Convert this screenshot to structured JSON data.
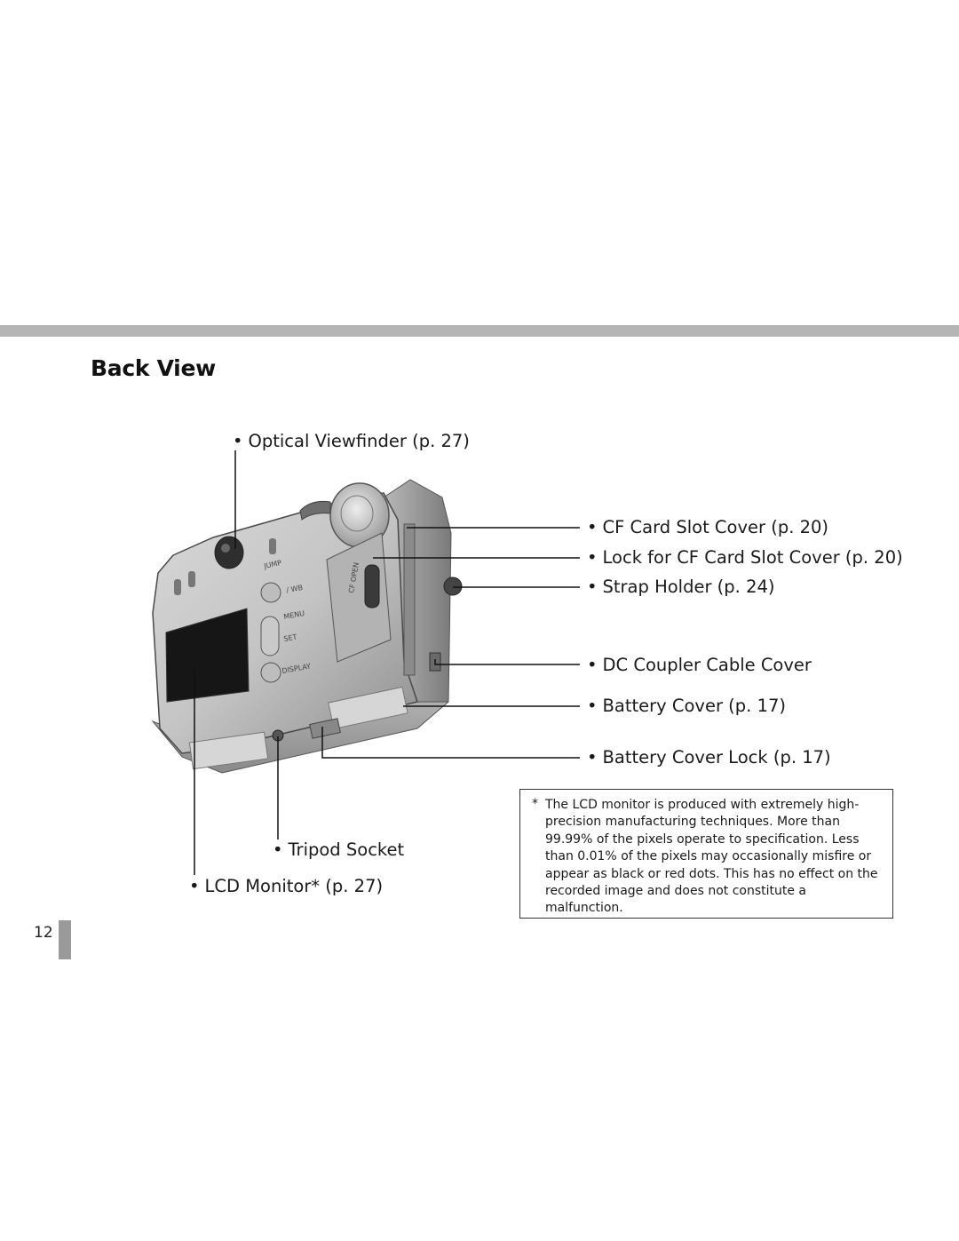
{
  "page": {
    "title": "Back View",
    "page_number": "12"
  },
  "labels": {
    "optical_viewfinder": "Optical Viewfinder (p. 27)",
    "cf_card_slot_cover": "CF Card Slot Cover (p. 20)",
    "lock_cf_card_slot_cover": "Lock for CF Card Slot Cover (p. 20)",
    "strap_holder": "Strap Holder (p. 24)",
    "dc_coupler_cable_cover": "DC Coupler Cable Cover",
    "battery_cover": "Battery Cover (p. 17)",
    "battery_cover_lock": "Battery Cover Lock (p. 17)",
    "tripod_socket": "Tripod Socket",
    "lcd_monitor": "LCD Monitor* (p. 27)",
    "bullet": "•"
  },
  "camera": {
    "button_labels": {
      "jump": "JUMP",
      "wb": "/ WB",
      "menu": "MENU",
      "set": "SET",
      "display": "DISPLAY",
      "cf_open": "CF OPEN"
    }
  },
  "note": {
    "marker": "*",
    "text": "The LCD monitor is produced with extremely high-precision manufacturing techniques. More than 99.99% of the pixels operate to specification. Less than 0.01% of the pixels may occasionally misfire or appear as black or red dots. This has no effect on the recorded image and does not constitute a malfunction."
  }
}
